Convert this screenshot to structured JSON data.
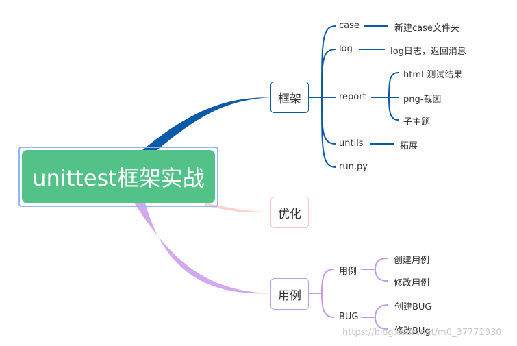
{
  "root": {
    "label": "unittest框架实战",
    "color": "#52c288"
  },
  "branches": {
    "framework": {
      "label": "框架",
      "color": "#0b5aa8",
      "children": {
        "case": {
          "label": "case",
          "child": "新建case文件夹"
        },
        "log": {
          "label": "log",
          "child": "log日志，返回消息"
        },
        "report": {
          "label": "report",
          "children": [
            "html-测试结果",
            "png-截图",
            "子主题"
          ]
        },
        "untils": {
          "label": "untils",
          "child": "拓展"
        },
        "runpy": {
          "label": "run.py"
        }
      }
    },
    "optimize": {
      "label": "优化",
      "color": "#f8c9c4"
    },
    "usecase": {
      "label": "用例",
      "color": "#c69be6",
      "children": {
        "yongli": {
          "label": "用例",
          "children": [
            "创建用例",
            "修改用例"
          ]
        },
        "bug": {
          "label": "BUG",
          "children": [
            "创建BUG",
            "修改BUg"
          ]
        }
      }
    }
  },
  "watermark": "https://blog.csdn.net/m0_37772930"
}
